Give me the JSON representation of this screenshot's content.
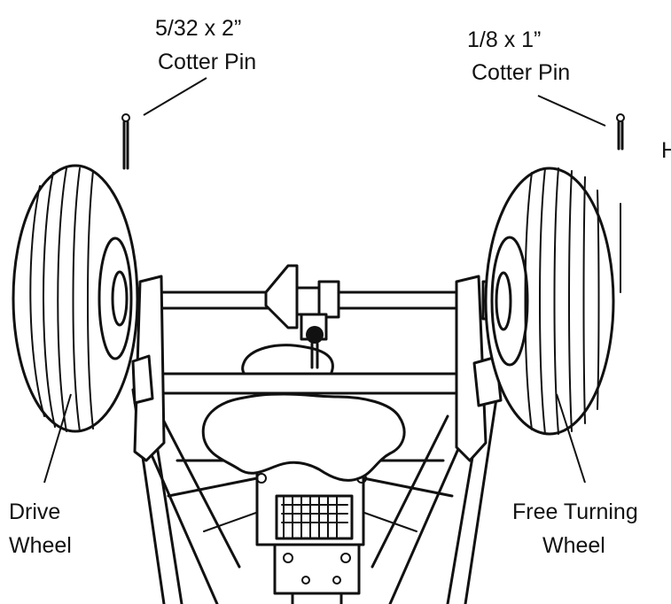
{
  "labels": {
    "large_pin_line1": "5/32 x 2”",
    "large_pin_line2": "Cotter Pin",
    "small_pin_line1": "1/8 x 1”",
    "small_pin_line2": "Cotter Pin",
    "cut_off_letter": "H",
    "drive_line1": "Drive",
    "drive_line2": "Wheel",
    "free_line1": "Free Turning",
    "free_line2": "Wheel"
  },
  "colors": {
    "ink": "#111111",
    "paper": "#ffffff"
  }
}
